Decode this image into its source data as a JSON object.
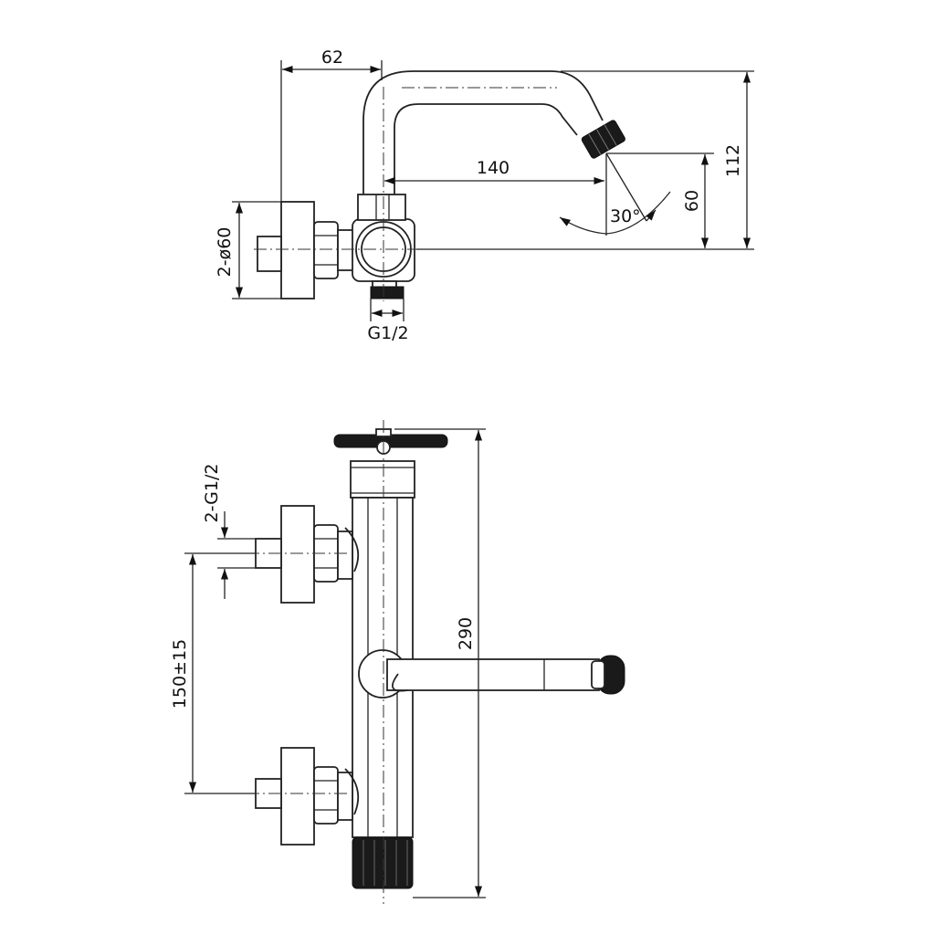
{
  "dimensions": {
    "top_view": {
      "reach_width": "62",
      "spout_reach": "140",
      "height_total": "112",
      "height_outlet": "60",
      "swivel_angle": "30°",
      "flange_diameter": "2-ø60",
      "outlet_thread": "G1/2"
    },
    "front_view": {
      "inlet_thread": "2-G1/2",
      "inlet_spacing": "150±15",
      "overall_height": "290"
    }
  },
  "colors": {
    "line": "#222222",
    "dark_part": "#1a1a1a",
    "background": "#ffffff"
  }
}
